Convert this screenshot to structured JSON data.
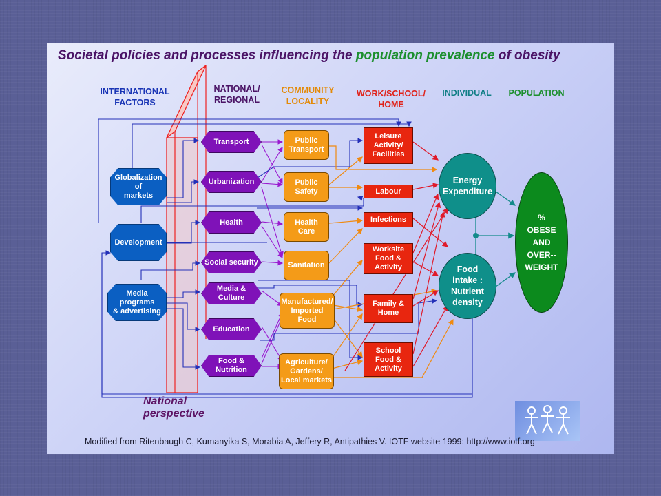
{
  "title": {
    "part1": "Societal policies and processes influencing the ",
    "part2": "population prevalence",
    "part3": " of obesity"
  },
  "columns": {
    "international": "INTERNATIONAL\nFACTORS",
    "national": "NATIONAL/\nREGIONAL",
    "community": "COMMUNITY\nLOCALITY",
    "work": "WORK/SCHOOL/\nHOME",
    "individual": "INDIVIDUAL",
    "population": "POPULATION"
  },
  "international": {
    "globalization": "Globalization\nof\nmarkets",
    "development": "Development",
    "media": "Media\nprograms\n& advertising"
  },
  "national": {
    "transport": "Transport",
    "urbanization": "Urbanization",
    "health": "Health",
    "social_security": "Social security",
    "media_culture": "Media &\nCulture",
    "education": "Education",
    "food_nutrition": "Food &\nNutrition"
  },
  "community": {
    "public_transport": "Public\nTransport",
    "public_safety": "Public\nSafety",
    "health_care": "Health\nCare",
    "sanitation": "Sanitation",
    "manufactured_food": "Manufactured/\nImported\nFood",
    "agriculture": "Agriculture/\nGardens/\nLocal markets"
  },
  "work": {
    "leisure": "Leisure\nActivity/\nFacilities",
    "labour": "Labour",
    "infections": "Infections",
    "worksite": "Worksite\nFood &\nActivity",
    "family": "Family &\nHome",
    "school": "School\nFood &\nActivity"
  },
  "individual": {
    "energy": "Energy\nExpenditure",
    "food_intake": "Food\nintake :\nNutrient\ndensity"
  },
  "population": {
    "outcome": "%\nOBESE\nAND\nOVER--\nWEIGHT"
  },
  "national_perspective": "National\nperspective",
  "source": "Modified from Ritenbaugh C,  Kumanyika S,  Morabia A,  Jeffery R, Antipathies V. IOTF website 1999: http://www.iotf.org",
  "colors": {
    "title_purple": "#4b1466",
    "title_green": "#1c8f2e",
    "international_blue": "#0b5fc2",
    "national_purple": "#7f12b8",
    "community_orange": "#f49b18",
    "work_red": "#e8260f",
    "individual_teal": "#0f8f8a",
    "population_green": "#0c8a1d"
  }
}
